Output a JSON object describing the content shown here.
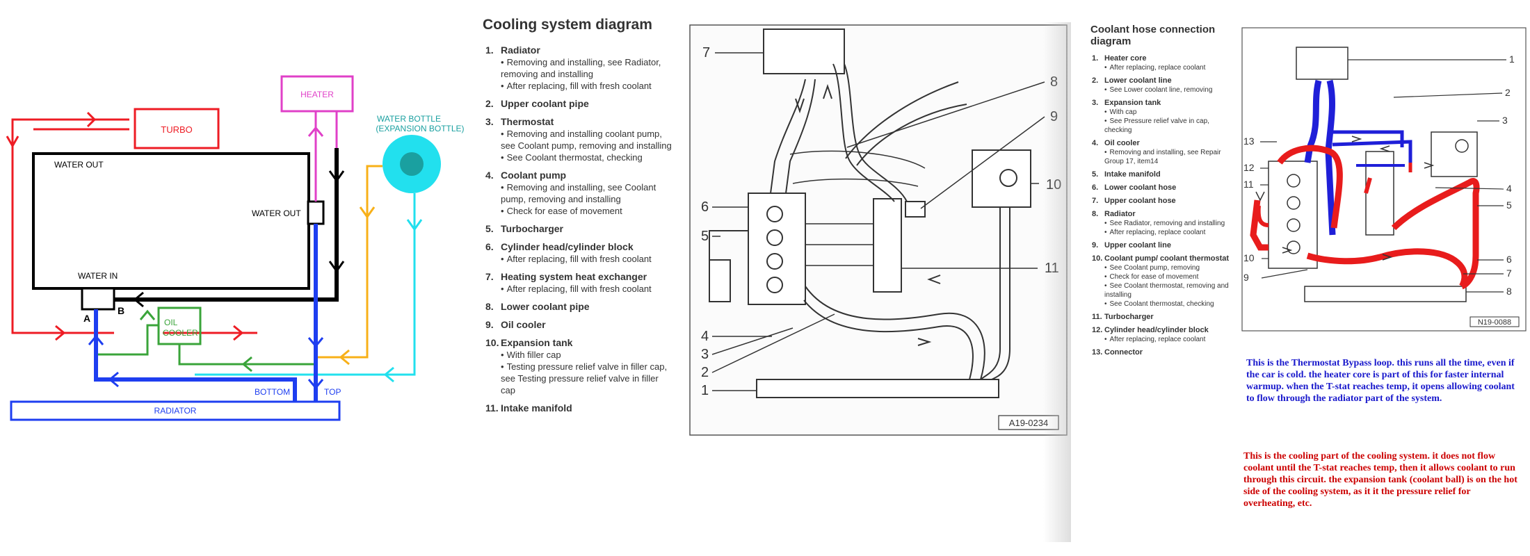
{
  "schematic": {
    "labels": {
      "turbo": "TURBO",
      "heater": "HEATER",
      "water_bottle": "WATER BOTTLE",
      "expansion_bottle": "(EXPANSION BOTTLE)",
      "water_out_left": "WATER OUT",
      "water_out_right": "WATER OUT",
      "water_in": "WATER IN",
      "port_a": "A",
      "port_b": "B",
      "oil": "OIL",
      "cooler": "COOLER",
      "bottom": "BOTTOM",
      "top": "TOP",
      "radiator": "RADIATOR"
    },
    "colors": {
      "red": "#ee1c24",
      "blue": "#1e3ef0",
      "cyan": "#22e0ee",
      "magenta": "#e040c8",
      "green": "#3aa43a",
      "orange": "#f8b018",
      "black": "#000000"
    }
  },
  "cooling_manual": {
    "title": "Cooling system diagram",
    "items": [
      {
        "num": "1.",
        "label": "Radiator",
        "notes": [
          "Removing and installing, see Radiator, removing and installing",
          "After replacing, fill with fresh coolant"
        ]
      },
      {
        "num": "2.",
        "label": "Upper coolant pipe",
        "notes": []
      },
      {
        "num": "3.",
        "label": "Thermostat",
        "notes": [
          "Removing and installing coolant pump, see Coolant pump, removing and installing",
          "See Coolant thermostat, checking"
        ]
      },
      {
        "num": "4.",
        "label": "Coolant pump",
        "notes": [
          "Removing and installing, see Coolant pump, removing and installing",
          "Check for ease of movement"
        ]
      },
      {
        "num": "5.",
        "label": "Turbocharger",
        "notes": []
      },
      {
        "num": "6.",
        "label": "Cylinder head/cylinder block",
        "notes": [
          "After replacing, fill with fresh coolant"
        ]
      },
      {
        "num": "7.",
        "label": "Heating system heat exchanger",
        "notes": [
          "After replacing, fill with fresh coolant"
        ]
      },
      {
        "num": "8.",
        "label": "Lower coolant pipe",
        "notes": []
      },
      {
        "num": "9.",
        "label": "Oil cooler",
        "notes": []
      },
      {
        "num": "10.",
        "label": "Expansion tank",
        "notes": [
          "With filler cap",
          "Testing pressure relief valve in filler cap, see Testing pressure relief valve in filler cap"
        ]
      },
      {
        "num": "11.",
        "label": "Intake manifold",
        "notes": []
      }
    ]
  },
  "engine_drawing": {
    "code": "A19-0234",
    "callouts": [
      "7",
      "8",
      "9",
      "6",
      "10",
      "5",
      "11",
      "4",
      "3",
      "2",
      "1"
    ]
  },
  "hose_manual": {
    "title_line1": "Coolant hose connection",
    "title_line2": "diagram",
    "items": [
      {
        "num": "1.",
        "label": "Heater core",
        "notes": [
          "After replacing, replace coolant"
        ]
      },
      {
        "num": "2.",
        "label": "Lower coolant line",
        "notes": [
          "See Lower coolant line, removing"
        ]
      },
      {
        "num": "3.",
        "label": "Expansion tank",
        "notes": [
          "With cap",
          "See Pressure relief valve in cap, checking"
        ]
      },
      {
        "num": "4.",
        "label": "Oil cooler",
        "notes": [
          "Removing and installing, see Repair Group 17, item14"
        ]
      },
      {
        "num": "5.",
        "label": "Intake manifold",
        "notes": []
      },
      {
        "num": "6.",
        "label": "Lower coolant hose",
        "notes": []
      },
      {
        "num": "7.",
        "label": "Upper coolant hose",
        "notes": []
      },
      {
        "num": "8.",
        "label": "Radiator",
        "notes": [
          "See Radiator, removing and installing",
          "After replacing, replace coolant"
        ]
      },
      {
        "num": "9.",
        "label": "Upper coolant line",
        "notes": []
      },
      {
        "num": "10.",
        "label": "Coolant pump/ coolant thermostat",
        "notes": [
          "See Coolant pump, removing",
          "Check for ease of movement",
          "See Coolant thermostat, removing and installing",
          "See Coolant thermostat, checking"
        ]
      },
      {
        "num": "11.",
        "label": "Turbocharger",
        "notes": []
      },
      {
        "num": "12.",
        "label": "Cylinder head/cylinder block",
        "notes": [
          "After replacing, replace coolant"
        ]
      },
      {
        "num": "13.",
        "label": "Connector",
        "notes": []
      }
    ]
  },
  "hose_drawing": {
    "code": "N19-0088",
    "callouts": [
      "1",
      "2",
      "3",
      "13",
      "12",
      "11",
      "4",
      "5",
      "10",
      "6",
      "9",
      "7",
      "8"
    ]
  },
  "notes": {
    "blue": "This is the Thermostat Bypass loop.  this runs all the time, even if the car is cold.  the heater core is part of this for faster internal warmup.  when the T-stat reaches temp, it opens allowing coolant to flow through the radiator part of the system.",
    "red": "This is the cooling part of the cooling system.  it does not flow coolant until the T-stat reaches temp, then it allows coolant to run through this circuit.  the expansion tank (coolant ball) is on the hot side of the cooling system, as it it the pressure relief for overheating, etc."
  }
}
